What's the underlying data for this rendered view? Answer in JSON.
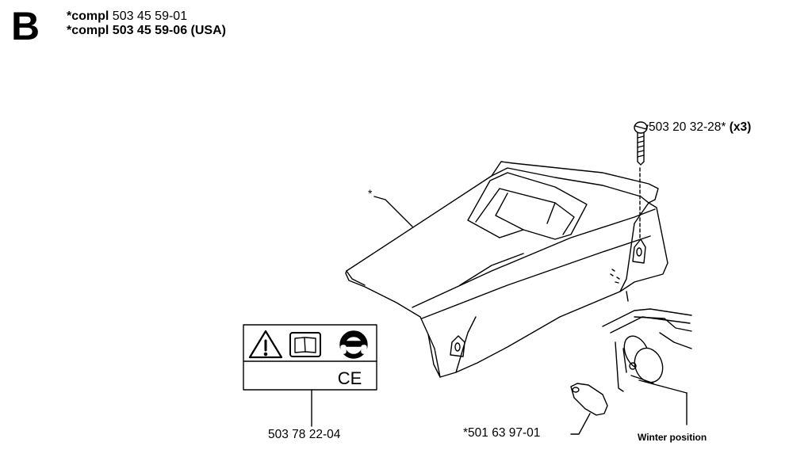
{
  "section_letter": "B",
  "header": {
    "line1_prefix": "*compl",
    "line1_number": " 503 45 59-01",
    "line2": "*compl 503 45 59-06 (USA)"
  },
  "callouts": {
    "screw_number": "503 20 32-28*",
    "screw_qty": " (x3)",
    "decal_number": "503 78 22-04",
    "cap_number": "*501 63 97-01",
    "asterisk": "*",
    "winter_position": "Winter position"
  },
  "decal_icons": [
    "warning-triangle-icon",
    "manual-book-icon",
    "ear-eye-protection-icon",
    "ce-mark-icon"
  ],
  "decal_ce_text": "CE"
}
